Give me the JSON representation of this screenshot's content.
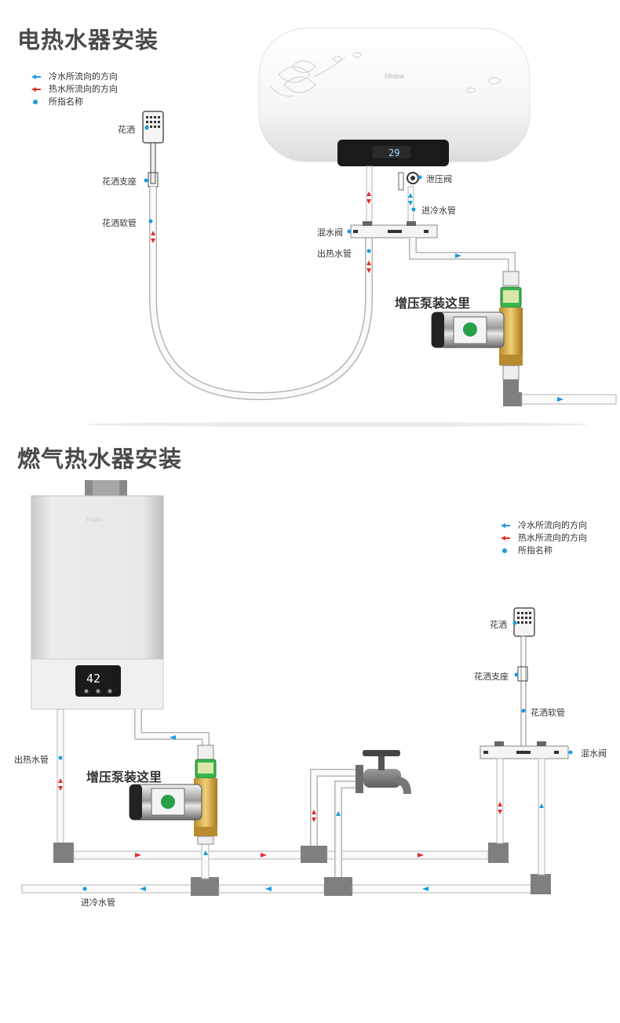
{
  "section1": {
    "title": "电热水器安装",
    "legend": {
      "cold": "冷水所流向的方向",
      "hot": "热水所流向的方向",
      "name": "所指名称"
    },
    "labels": {
      "shower": "花洒",
      "shower_holder": "花洒支座",
      "shower_hose": "花洒软管",
      "mixing_valve": "混水阀",
      "hot_outlet": "出热水管",
      "relief_valve": "泄压阀",
      "cold_inlet": "进冷水管",
      "pump": "增压泵装这里"
    },
    "heater_display": "29"
  },
  "section2": {
    "title": "燃气热水器安装",
    "legend": {
      "cold": "冷水所流向的方向",
      "hot": "热水所流向的方向",
      "name": "所指名称"
    },
    "labels": {
      "shower": "花洒",
      "shower_holder": "花洒支座",
      "shower_hose": "花洒软管",
      "mixing_valve": "混水阀",
      "hot_outlet": "出热水管",
      "cold_inlet": "进冷水管",
      "pump": "增压泵装这里"
    },
    "heater_display": "42"
  },
  "colors": {
    "cold_arrow": "#1a9ae0",
    "hot_arrow": "#e0302a",
    "pipe_fill": "#f2f2f2",
    "pipe_stroke": "#b5b5b5",
    "fitting": "#7f7f7f",
    "dot": "#1a9ae0"
  }
}
